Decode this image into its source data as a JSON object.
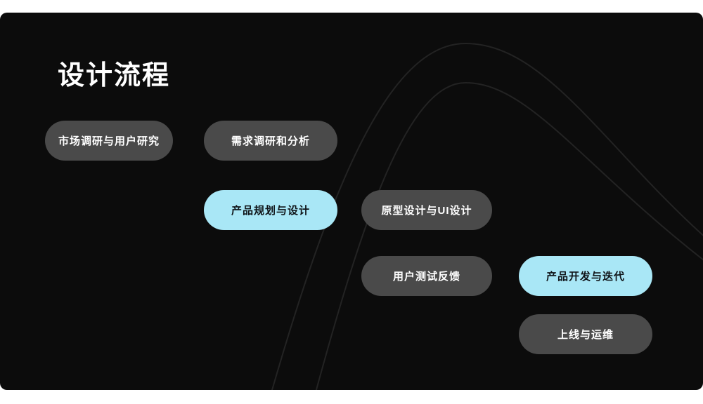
{
  "slide": {
    "title": "设计流程",
    "steps": [
      {
        "label": "市场调研与用户研究",
        "variant": "gray"
      },
      {
        "label": "需求调研和分析",
        "variant": "gray"
      },
      {
        "label": "产品规划与设计",
        "variant": "accent"
      },
      {
        "label": "原型设计与UI设计",
        "variant": "gray"
      },
      {
        "label": "用户测试反馈",
        "variant": "gray"
      },
      {
        "label": "产品开发与迭代",
        "variant": "accent"
      },
      {
        "label": "上线与运维",
        "variant": "gray"
      }
    ],
    "colors": {
      "slide_background": "#0c0c0c",
      "pill_gray": "#4a4a4a",
      "pill_accent": "#a9e7f6",
      "text_on_gray": "#ffffff",
      "text_on_accent": "#101418",
      "arch_line": "#232323"
    }
  }
}
